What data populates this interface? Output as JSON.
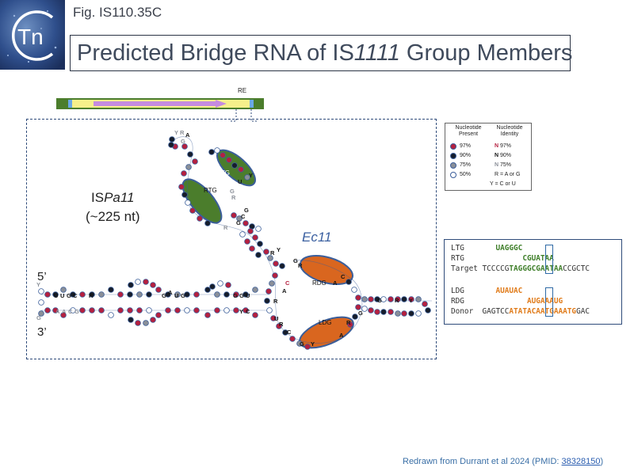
{
  "header": {
    "logo_text": "Tn",
    "figure_label": "Fig. IS110.35C",
    "title_prefix": "Predicted Bridge RNA of IS",
    "title_italic": "1111",
    "title_suffix": " Group Members"
  },
  "element_map": {
    "re_label": "RE"
  },
  "diagram": {
    "ispa_name_prefix": "IS",
    "ispa_name_italic": "Pa11",
    "ispa_length": "(~225 nt)",
    "ec11_label": "Ec11",
    "end_5": "5’",
    "end_3": "3’",
    "loop_labels": {
      "ltg": "LTG",
      "rtg": "RTG",
      "rdg": "RDG",
      "ldg": "LDG"
    },
    "colors": {
      "ltg_rtg_loop": "#4b7d2c",
      "rdg_ldg_loop": "#d9661f",
      "loop_outline": "#3b5e9a",
      "dot_97": "#b5203f",
      "dot_90": "#161d2b",
      "dot_75": "#8a8f98",
      "dot_50": "#ffffff"
    }
  },
  "legend": {
    "col1_header": "Nucleotide Present",
    "col2_header": "Nucleotide Identity",
    "rows": [
      {
        "dot": "dot_97",
        "label": "97%",
        "id_letter": "N",
        "id_value": "97%",
        "id_color": "#b5203f"
      },
      {
        "dot": "dot_90",
        "label": "90%",
        "id_letter": "N",
        "id_value": "90%",
        "id_color": "#111111"
      },
      {
        "dot": "dot_75",
        "label": "75%",
        "id_letter": "N",
        "id_value": "75%",
        "id_color": "#8a8f98"
      },
      {
        "dot": "dot_50",
        "label": "50%",
        "id_letter": "",
        "id_value": "R = A or G",
        "id_color": "#111111"
      }
    ],
    "extra_line": "Y = C or U"
  },
  "alignment": {
    "target_rows": [
      {
        "label": "LTG",
        "pad": "       ",
        "parts": [
          {
            "text": "UAGGGC",
            "cls": "g"
          }
        ]
      },
      {
        "label": "RTG",
        "pad": "             ",
        "parts": [
          {
            "text": "CGUATAA",
            "cls": "g"
          }
        ]
      },
      {
        "label": "Target",
        "pad": " ",
        "parts": [
          {
            "text": "TCCCCG",
            "cls": ""
          },
          {
            "text": "TAGGGCGAATAA",
            "cls": "g"
          },
          {
            "text": "CCGCTC",
            "cls": ""
          }
        ]
      }
    ],
    "donor_rows": [
      {
        "label": "LDG",
        "pad": "       ",
        "parts": [
          {
            "text": "AUAUAC",
            "cls": "o"
          }
        ]
      },
      {
        "label": "RDG",
        "pad": "              ",
        "parts": [
          {
            "text": "AUGAAAUG",
            "cls": "o"
          }
        ]
      },
      {
        "label": "Donor",
        "pad": "  ",
        "parts": [
          {
            "text": "GAGTCC",
            "cls": ""
          },
          {
            "text": "ATATACAATGAAATG",
            "cls": "o"
          },
          {
            "text": "GAC",
            "cls": ""
          }
        ]
      }
    ]
  },
  "footer": {
    "text": "Redrawn from Durrant et al 2024 (PMID: ",
    "pmid": "38328150",
    "close": ")"
  }
}
